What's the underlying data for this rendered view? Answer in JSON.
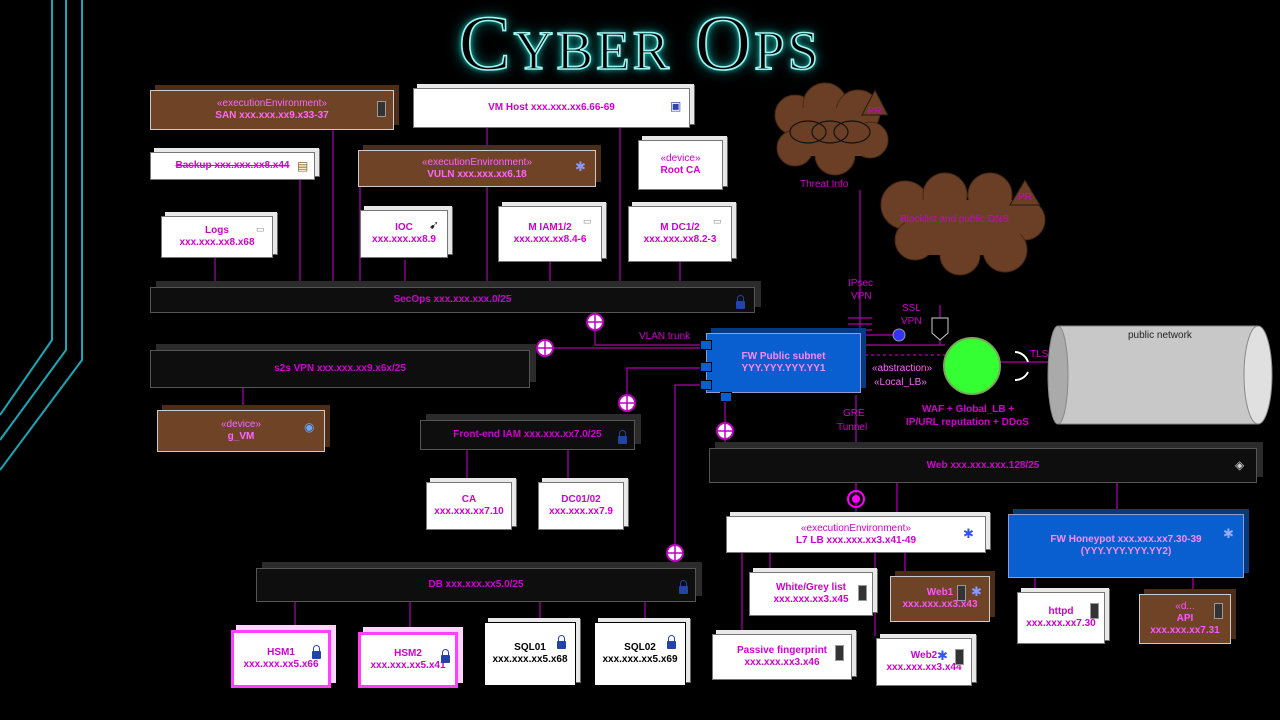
{
  "title": "Cyber Ops",
  "nodes": {
    "san": {
      "stereo": "«executionEnvironment»",
      "name": "SAN xxx.xxx.xx9.x33-37"
    },
    "vmhost": {
      "name": "VM Host xxx.xxx.xx6.66-69"
    },
    "backup": {
      "name": "Backup xxx.xxx.xx8.x44"
    },
    "vuln": {
      "stereo": "«executionEnvironment»",
      "name": "VULN xxx.xxx.xx6.18"
    },
    "rootca": {
      "stereo": "«device»",
      "name": "Root CA"
    },
    "logs": {
      "name": "Logs",
      "ip": "xxx.xxx.xx8.x68"
    },
    "ioc": {
      "name": "IOC",
      "ip": "xxx.xxx.xx8.9"
    },
    "miam": {
      "name": "M IAM1/2",
      "ip": "xxx.xxx.xx8.4-6"
    },
    "mdc": {
      "name": "M DC1/2",
      "ip": "xxx.xxx.xx8.2-3"
    },
    "secops": {
      "name": "SecOps xxx.xxx.xxx.0/25"
    },
    "s2s": {
      "name": "s2s VPN xxx.xxx.xx9.x6x/25"
    },
    "gvm": {
      "stereo": "«device»",
      "name": "g_VM"
    },
    "feiam": {
      "name": "Front-end IAM xxx.xxx.xx7.0/25"
    },
    "ca": {
      "name": "CA",
      "ip": "xxx.xxx.xx7.10"
    },
    "dc0102": {
      "name": "DC01/02",
      "ip": "xxx.xxx.xx7.9"
    },
    "db": {
      "name": "DB xxx.xxx.xx5.0/25"
    },
    "hsm1": {
      "name": "HSM1",
      "ip": "xxx.xxx.xx5.x66"
    },
    "hsm2": {
      "name": "HSM2",
      "ip": "xxx.xxx.xx5.x41"
    },
    "sql01": {
      "name": "SQL01",
      "ip": "xxx.xxx.xx5.x68"
    },
    "sql02": {
      "name": "SQL02",
      "ip": "xxx.xxx.xx5.x69"
    },
    "fwpublic": {
      "name": "FW Public subnet",
      "ip": "YYY.YYY.YYY.YY1"
    },
    "localLb": {
      "stereo": "«abstraction»",
      "name": "«Local_LB»"
    },
    "web": {
      "name": "Web xxx.xxx.xxx.128/25"
    },
    "l7lb": {
      "stereo": "«executionEnvironment»",
      "name": "L7 LB xxx.xxx.xx3.x41-49"
    },
    "fwhoney": {
      "name": "FW Honeypot xxx.xxx.xx7.30-39",
      "ip": "(YYY.YYY.YYY.YY2)"
    },
    "whitegrey": {
      "name": "White/Grey list",
      "ip": "xxx.xxx.xx3.x45"
    },
    "web1": {
      "name": "Web1",
      "ip": "xxx.xxx.xx3.x43"
    },
    "httpd": {
      "name": "httpd",
      "ip": "xxx.xxx.xx7.30"
    },
    "api": {
      "stereo": "«d...",
      "name": "API",
      "ip": "xxx.xxx.xx7.31"
    },
    "passive": {
      "name": "Passive fingerprint",
      "ip": "xxx.xxx.xx3.x46"
    },
    "web2": {
      "name": "Web2",
      "ip": "xxx.xxx.xx3.x44"
    },
    "publicnet": {
      "name": "public network"
    }
  },
  "labels": {
    "threatInfo": "Threat Info",
    "blacklist": "Blacklist and public DNS",
    "pr1": "PR",
    "pr2": "PR",
    "ipsec1": "IPsec",
    "ipsec2": "VPN",
    "ssl1": "SSL",
    "ssl2": "VPN",
    "vlan": "VLAN trunk",
    "gre1": "GRE",
    "gre2": "Tunnel",
    "waf1": "WAF + Global_LB +",
    "waf2": "IP/URL reputation + DDoS",
    "tls": "TLS"
  },
  "colors": {
    "accent": "#d000d0",
    "title_glow": "#2ce0d8",
    "wire": "#b000b0",
    "balancer": "#33ff33",
    "cloud": "#6b3f25"
  }
}
